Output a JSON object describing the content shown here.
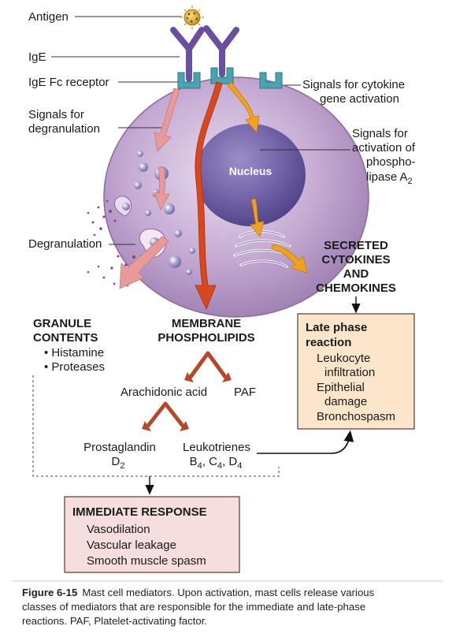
{
  "labels": {
    "antigen": "Antigen",
    "ige": "IgE",
    "ige_fc_receptor": "IgE Fc receptor",
    "signals_degranulation": [
      "Signals for",
      "degranulation"
    ],
    "signals_cytokine": [
      "Signals for cytokine",
      "gene activation"
    ],
    "signals_phospholipase": [
      "Signals for",
      "activation of",
      "phospho-",
      "lipase A"
    ],
    "phospholipase_subscript": "2",
    "nucleus": "Nucleus",
    "degranulation": "Degranulation",
    "secreted": [
      "SECRETED",
      "CYTOKINES",
      "AND",
      "CHEMOKINES"
    ]
  },
  "granule_contents": {
    "title": [
      "GRANULE",
      "CONTENTS"
    ],
    "items": [
      "• Histamine",
      "• Proteases"
    ]
  },
  "membrane_phospholipids": [
    "MEMBRANE",
    "PHOSPHOLIPIDS"
  ],
  "arachidonic_acid": "Arachidonic acid",
  "paf": "PAF",
  "prostaglandin": {
    "line1": "Prostaglandin",
    "line2": "D",
    "sub": "2"
  },
  "leukotrienes": {
    "line1": "Leukotrienes",
    "b": "B",
    "b_sub": "4",
    "c": ", C",
    "c_sub": "4",
    "d": ", D",
    "d_sub": "4"
  },
  "late_phase": {
    "title": [
      "Late phase",
      "reaction"
    ],
    "items": [
      "Leukocyte",
      "infiltration",
      "Epithelial",
      "damage",
      "Bronchospasm"
    ]
  },
  "immediate_response": {
    "title": "IMMEDIATE RESPONSE",
    "items": [
      "Vasodilation",
      "Vascular leakage",
      "Smooth muscle spasm"
    ]
  },
  "caption": {
    "label": "Figure 6-15",
    "line1": "Mast cell mediators. Upon activation, mast cells release various",
    "line2": "classes of mediators that are responsible for the immediate and late-phase",
    "line3": "reactions. PAF, Platelet-activating factor."
  },
  "colors": {
    "cell_fill": "#b99bc8",
    "cell_edge": "#8a6aa0",
    "nucleus": "#6a5a9c",
    "receptor": "#4aa3b2",
    "ige": "#6b4f9e",
    "antigen": "#e0b12a",
    "pink_arrow": "#e79a9a",
    "red_arrow": "#d9481c",
    "orange_arrow": "#f0a21e",
    "box_fill": "#fbe6cc",
    "box_edge": "#5a3a2a",
    "immediate_box_fill": "#f7dede",
    "brown_arrow": "#b8472a"
  }
}
